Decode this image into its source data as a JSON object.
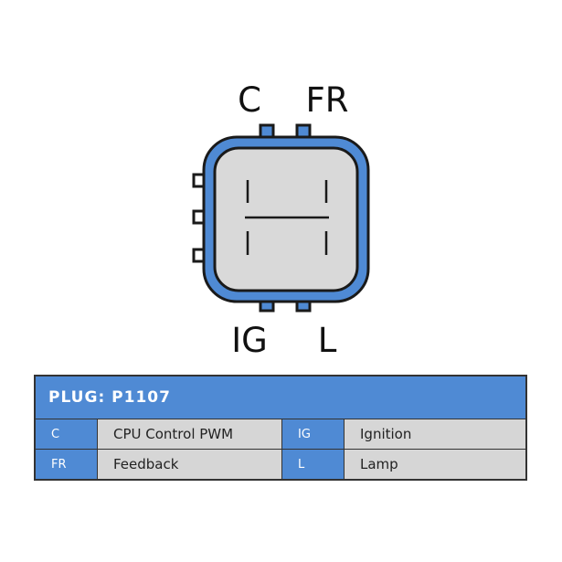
{
  "connector": {
    "pins_top": [
      "C",
      "FR"
    ],
    "pins_bottom": [
      "IG",
      "L"
    ],
    "colors": {
      "housing": "#4f8ad4",
      "face": "#d9d9d9",
      "outline": "#1a1a1a"
    }
  },
  "plug_table": {
    "title": "PLUG: P1107",
    "rows": [
      {
        "left_code": "C",
        "left_desc": "CPU Control PWM",
        "right_code": "IG",
        "right_desc": "Ignition"
      },
      {
        "left_code": "FR",
        "left_desc": "Feedback",
        "right_code": "L",
        "right_desc": "Lamp"
      }
    ]
  }
}
